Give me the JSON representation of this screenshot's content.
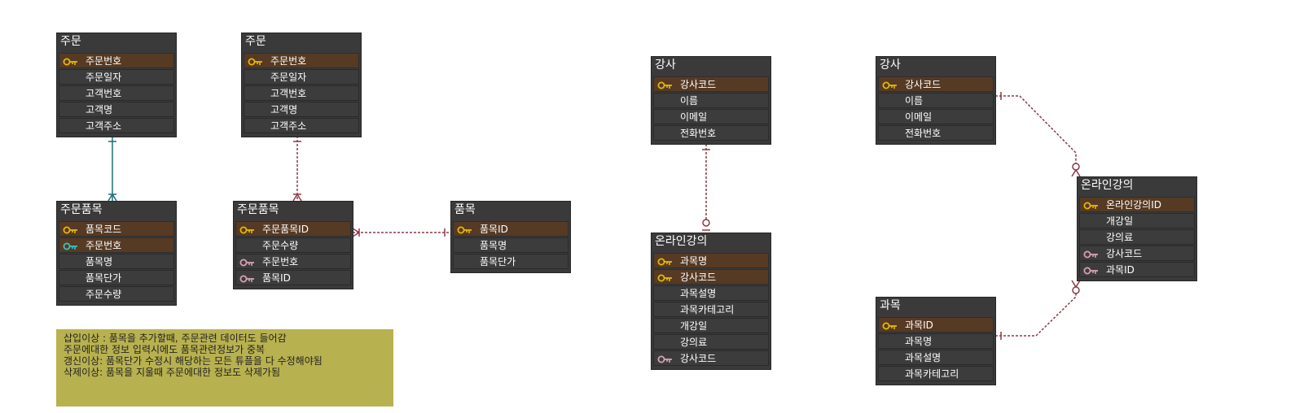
{
  "colors": {
    "pk_key": "#e6b800",
    "fk_pk_key": "#35c4c4",
    "fk_key": "#d8a0b0",
    "solid_link": "#1f6e78",
    "dashed_link": "#8a3a48",
    "note_bg": "#b8b14f"
  },
  "entities": [
    {
      "id": "order1",
      "title": "주문",
      "rows": [
        {
          "name": "주문번호",
          "key": "pk"
        },
        {
          "name": "주문일자",
          "key": ""
        },
        {
          "name": "고객번호",
          "key": ""
        },
        {
          "name": "고객명",
          "key": ""
        },
        {
          "name": "고객주소",
          "key": ""
        }
      ]
    },
    {
      "id": "order2",
      "title": "주문",
      "rows": [
        {
          "name": "주문번호",
          "key": "pk"
        },
        {
          "name": "주문일자",
          "key": ""
        },
        {
          "name": "고객번호",
          "key": ""
        },
        {
          "name": "고객명",
          "key": ""
        },
        {
          "name": "고객주소",
          "key": ""
        }
      ]
    },
    {
      "id": "orderitem1",
      "title": "주문품목",
      "rows": [
        {
          "name": "품목코드",
          "key": "pk"
        },
        {
          "name": "주문번호",
          "key": "pkfk"
        },
        {
          "name": "품목명",
          "key": ""
        },
        {
          "name": "품목단가",
          "key": ""
        },
        {
          "name": "주문수량",
          "key": ""
        }
      ]
    },
    {
      "id": "orderitem2",
      "title": "주문품목",
      "rows": [
        {
          "name": "주문품목ID",
          "key": "pk"
        },
        {
          "name": "주문수량",
          "key": ""
        },
        {
          "name": "주문번호",
          "key": "fk"
        },
        {
          "name": "품목ID",
          "key": "fk"
        }
      ]
    },
    {
      "id": "item",
      "title": "품목",
      "rows": [
        {
          "name": "품목ID",
          "key": "pk"
        },
        {
          "name": "품목명",
          "key": ""
        },
        {
          "name": "품목단가",
          "key": ""
        }
      ]
    },
    {
      "id": "instructor1",
      "title": "강사",
      "rows": [
        {
          "name": "강사코드",
          "key": "pk"
        },
        {
          "name": "이름",
          "key": ""
        },
        {
          "name": "이메일",
          "key": ""
        },
        {
          "name": "전화번호",
          "key": ""
        }
      ]
    },
    {
      "id": "online1",
      "title": "온라인강의",
      "rows": [
        {
          "name": "과목명",
          "key": "pk"
        },
        {
          "name": "강사코드",
          "key": "pk"
        },
        {
          "name": "과목설명",
          "key": ""
        },
        {
          "name": "과목카테고리",
          "key": ""
        },
        {
          "name": "개강일",
          "key": ""
        },
        {
          "name": "강의료",
          "key": ""
        },
        {
          "name": "강사코드",
          "key": "fk"
        }
      ]
    },
    {
      "id": "instructor2",
      "title": "강사",
      "rows": [
        {
          "name": "강사코드",
          "key": "pk"
        },
        {
          "name": "이름",
          "key": ""
        },
        {
          "name": "이메일",
          "key": ""
        },
        {
          "name": "전화번호",
          "key": ""
        }
      ]
    },
    {
      "id": "online2",
      "title": "온라인강의",
      "rows": [
        {
          "name": "온라인강의ID",
          "key": "pk"
        },
        {
          "name": "개강일",
          "key": ""
        },
        {
          "name": "강의료",
          "key": ""
        },
        {
          "name": "강사코드",
          "key": "fk"
        },
        {
          "name": "과목ID",
          "key": "fk"
        }
      ]
    },
    {
      "id": "subject",
      "title": "과목",
      "rows": [
        {
          "name": "과목ID",
          "key": "pk"
        },
        {
          "name": "과목명",
          "key": ""
        },
        {
          "name": "과목설명",
          "key": ""
        },
        {
          "name": "과목카테고리",
          "key": ""
        }
      ]
    }
  ],
  "note": {
    "lines": [
      "삽입이상 : 품목을 추가할때, 주문관련 데이터도 들어감",
      "주문에대한 정보 입력시에도 품목관련정보가 중복",
      "갱신이상: 품목단가 수정시 해당하는 모든 튜플을 다 수정해야됨",
      "삭제이상: 품목을 지울때 주문에대한 정보도 삭제가됨"
    ]
  }
}
